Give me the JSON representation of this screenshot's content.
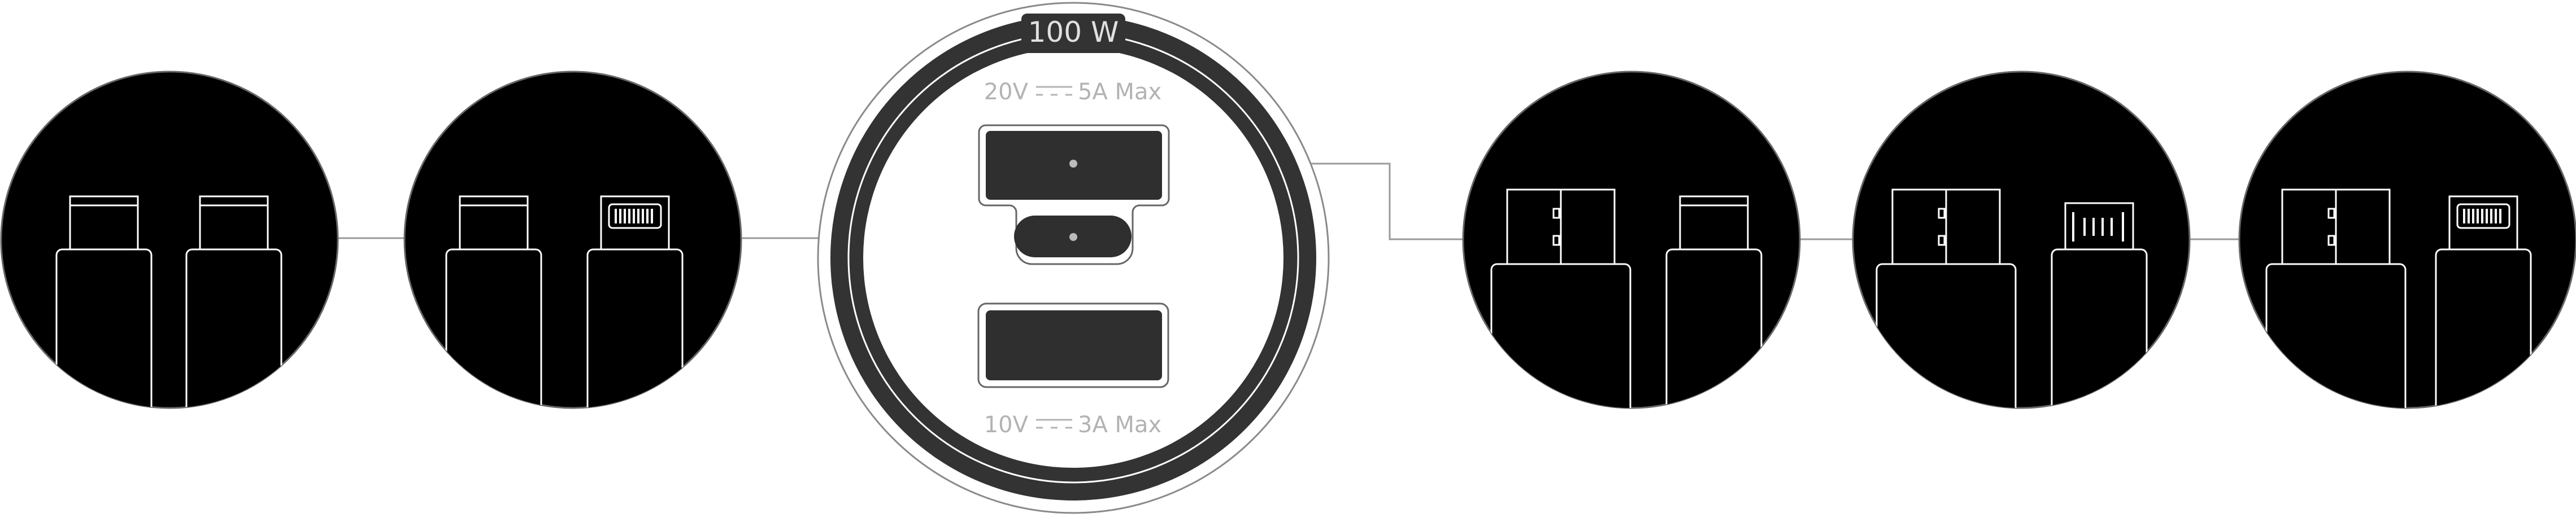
{
  "charger": {
    "power_label": "100 W",
    "top_rating": {
      "voltage": "20V",
      "current": "5A Max"
    },
    "bottom_rating": {
      "voltage": "10V",
      "current": "3A Max"
    }
  },
  "colors": {
    "background": "#ffffff",
    "circle_fill": "#000000",
    "ring_dark": "#333333",
    "ring_light": "#ffffff",
    "port_fill": "#2f2f2f",
    "outline": "#888888",
    "label_gray": "#b3b3b3"
  },
  "combos": [
    {
      "side": "left",
      "cables": [
        "usb-c",
        "usb-c"
      ]
    },
    {
      "side": "left",
      "cables": [
        "usb-c",
        "lightning"
      ]
    },
    {
      "side": "right",
      "cables": [
        "usb-a",
        "usb-c"
      ]
    },
    {
      "side": "right",
      "cables": [
        "usb-a",
        "micro-usb"
      ]
    },
    {
      "side": "right",
      "cables": [
        "usb-a",
        "lightning"
      ]
    }
  ]
}
